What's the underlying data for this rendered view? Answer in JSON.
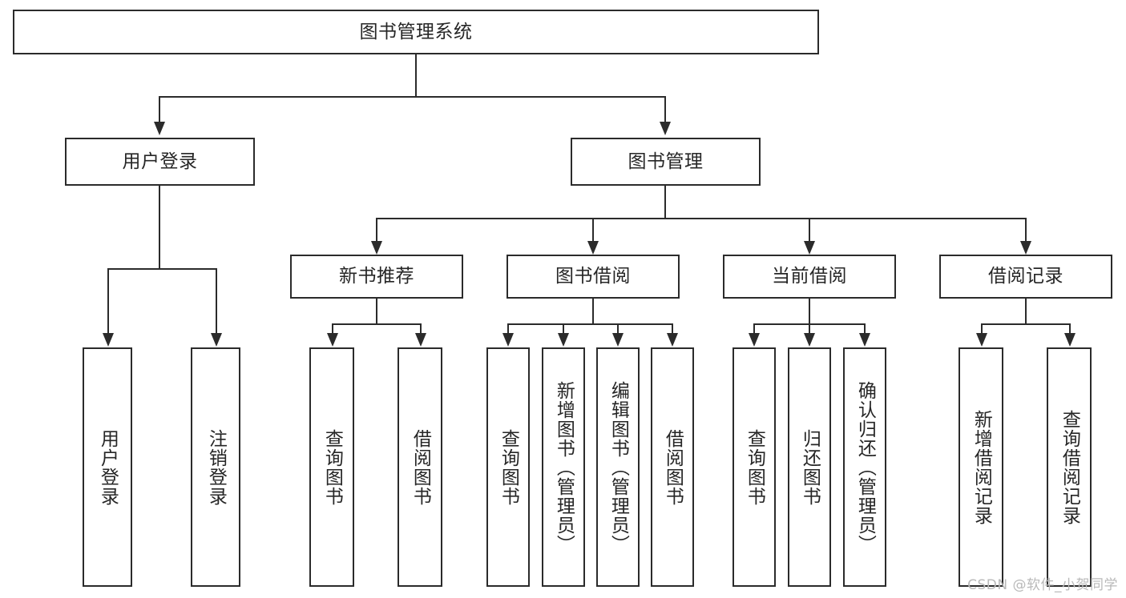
{
  "diagram": {
    "title": "图书管理系统",
    "type": "hierarchy-tree",
    "root": {
      "label": "图书管理系统"
    },
    "level2": [
      {
        "label": "用户登录"
      },
      {
        "label": "图书管理"
      }
    ],
    "level3": [
      {
        "label": "新书推荐"
      },
      {
        "label": "图书借阅"
      },
      {
        "label": "当前借阅"
      },
      {
        "label": "借阅记录"
      }
    ],
    "leaves": {
      "user_login": [
        {
          "label": "用户登录"
        },
        {
          "label": "注销登录"
        }
      ],
      "new_book_recommend": [
        {
          "label": "查询图书"
        },
        {
          "label": "借阅图书"
        }
      ],
      "book_borrow": [
        {
          "label": "查询图书"
        },
        {
          "label": "新增图书（管理员）"
        },
        {
          "label": "编辑图书（管理员）"
        },
        {
          "label": "借阅图书"
        }
      ],
      "current_borrow": [
        {
          "label": "查询图书"
        },
        {
          "label": "归还图书"
        },
        {
          "label": "确认归还（管理员）"
        }
      ],
      "borrow_record": [
        {
          "label": "新增借阅记录"
        },
        {
          "label": "查询借阅记录"
        }
      ]
    }
  },
  "watermark": {
    "text": "CSDN @软件_小贺同学"
  },
  "colors": {
    "line": "#2b2b2b",
    "text": "#262626",
    "background": "#ffffff",
    "watermark": "#b9b9b9"
  }
}
